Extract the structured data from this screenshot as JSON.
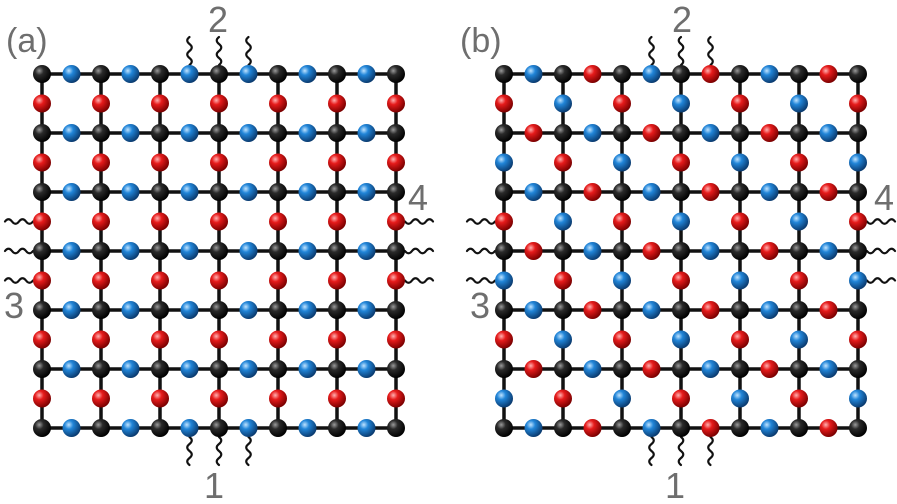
{
  "colors": {
    "black_atom": "#111111",
    "red_atom": "#e0141b",
    "blue_atom": "#1f7fd4",
    "bond": "#111111",
    "lead": "#111111",
    "label": "#6e6e6e"
  },
  "panels": [
    {
      "id": "a",
      "label": "(a)",
      "grid_size": 7,
      "site_pattern": "rows_blue_cols_red",
      "ports": [
        {
          "label": "1",
          "side": "bottom",
          "lead_count": 3
        },
        {
          "label": "2",
          "side": "top",
          "lead_count": 3
        },
        {
          "label": "3",
          "side": "left",
          "lead_count": 3
        },
        {
          "label": "4",
          "side": "right",
          "lead_count": 3
        }
      ]
    },
    {
      "id": "b",
      "label": "(b)",
      "grid_size": 7,
      "site_pattern": "checkerboard_alternating",
      "ports": [
        {
          "label": "1",
          "side": "bottom",
          "lead_count": 3
        },
        {
          "label": "2",
          "side": "top",
          "lead_count": 3
        },
        {
          "label": "3",
          "side": "left",
          "lead_count": 3
        },
        {
          "label": "4",
          "side": "right",
          "lead_count": 3
        }
      ]
    }
  ]
}
